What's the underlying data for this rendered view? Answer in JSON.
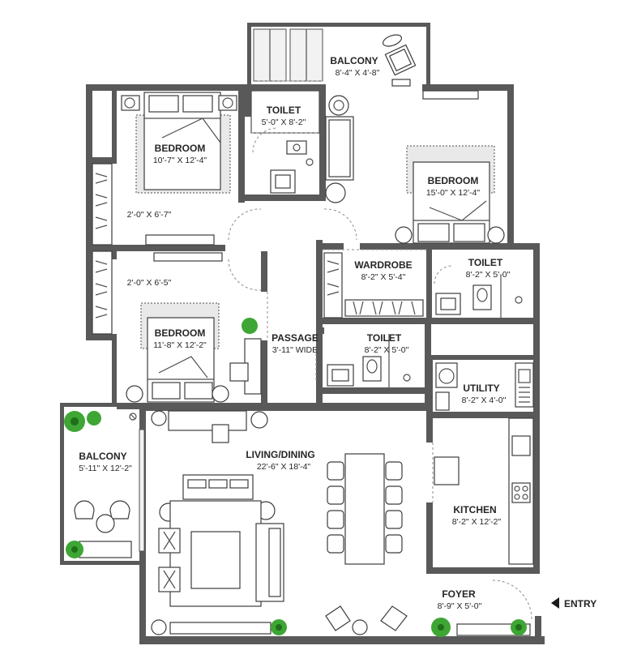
{
  "rooms": {
    "balcony_top": {
      "name": "BALCONY",
      "dim": "8'-4\" X 4'-8\""
    },
    "toilet_1": {
      "name": "TOILET",
      "dim": "5'-0\" X 8'-2\""
    },
    "bedroom_1": {
      "name": "BEDROOM",
      "dim": "10'-7\" X 12'-4\""
    },
    "bedroom_2": {
      "name": "BEDROOM",
      "dim": "15'-0\" X 12'-4\""
    },
    "wardrobe": {
      "name": "WARDROBE",
      "dim": "8'-2\" X 5'-4\""
    },
    "toilet_2": {
      "name": "TOILET",
      "dim": "8'-2\" X 5'-0\""
    },
    "bedroom_3": {
      "name": "BEDROOM",
      "dim": "11'-8\" X 12'-2\""
    },
    "passage": {
      "name": "PASSAGE",
      "dim": "3'-11\" WIDE"
    },
    "toilet_3": {
      "name": "TOILET",
      "dim": "8'-2\" X 5'-0\""
    },
    "utility": {
      "name": "UTILITY",
      "dim": "8'-2\" X 4'-0\""
    },
    "balcony_left": {
      "name": "BALCONY",
      "dim": "5'-11\" X 12'-2\""
    },
    "living": {
      "name": "LIVING/DINING",
      "dim": "22'-6\" X 18'-4\""
    },
    "kitchen": {
      "name": "KITCHEN",
      "dim": "8'-2\" X 12'-2\""
    },
    "foyer": {
      "name": "FOYER",
      "dim": "8'-9\" X 5'-0\""
    }
  },
  "closets": {
    "upper": {
      "dim": "2'-0\" X 6'-7\""
    },
    "lower": {
      "dim": "2'-0\" X 6'-5\""
    }
  },
  "entry_label": "ENTRY",
  "colors": {
    "wall": "#595959",
    "plant": "#3ea634",
    "text": "#262626"
  }
}
